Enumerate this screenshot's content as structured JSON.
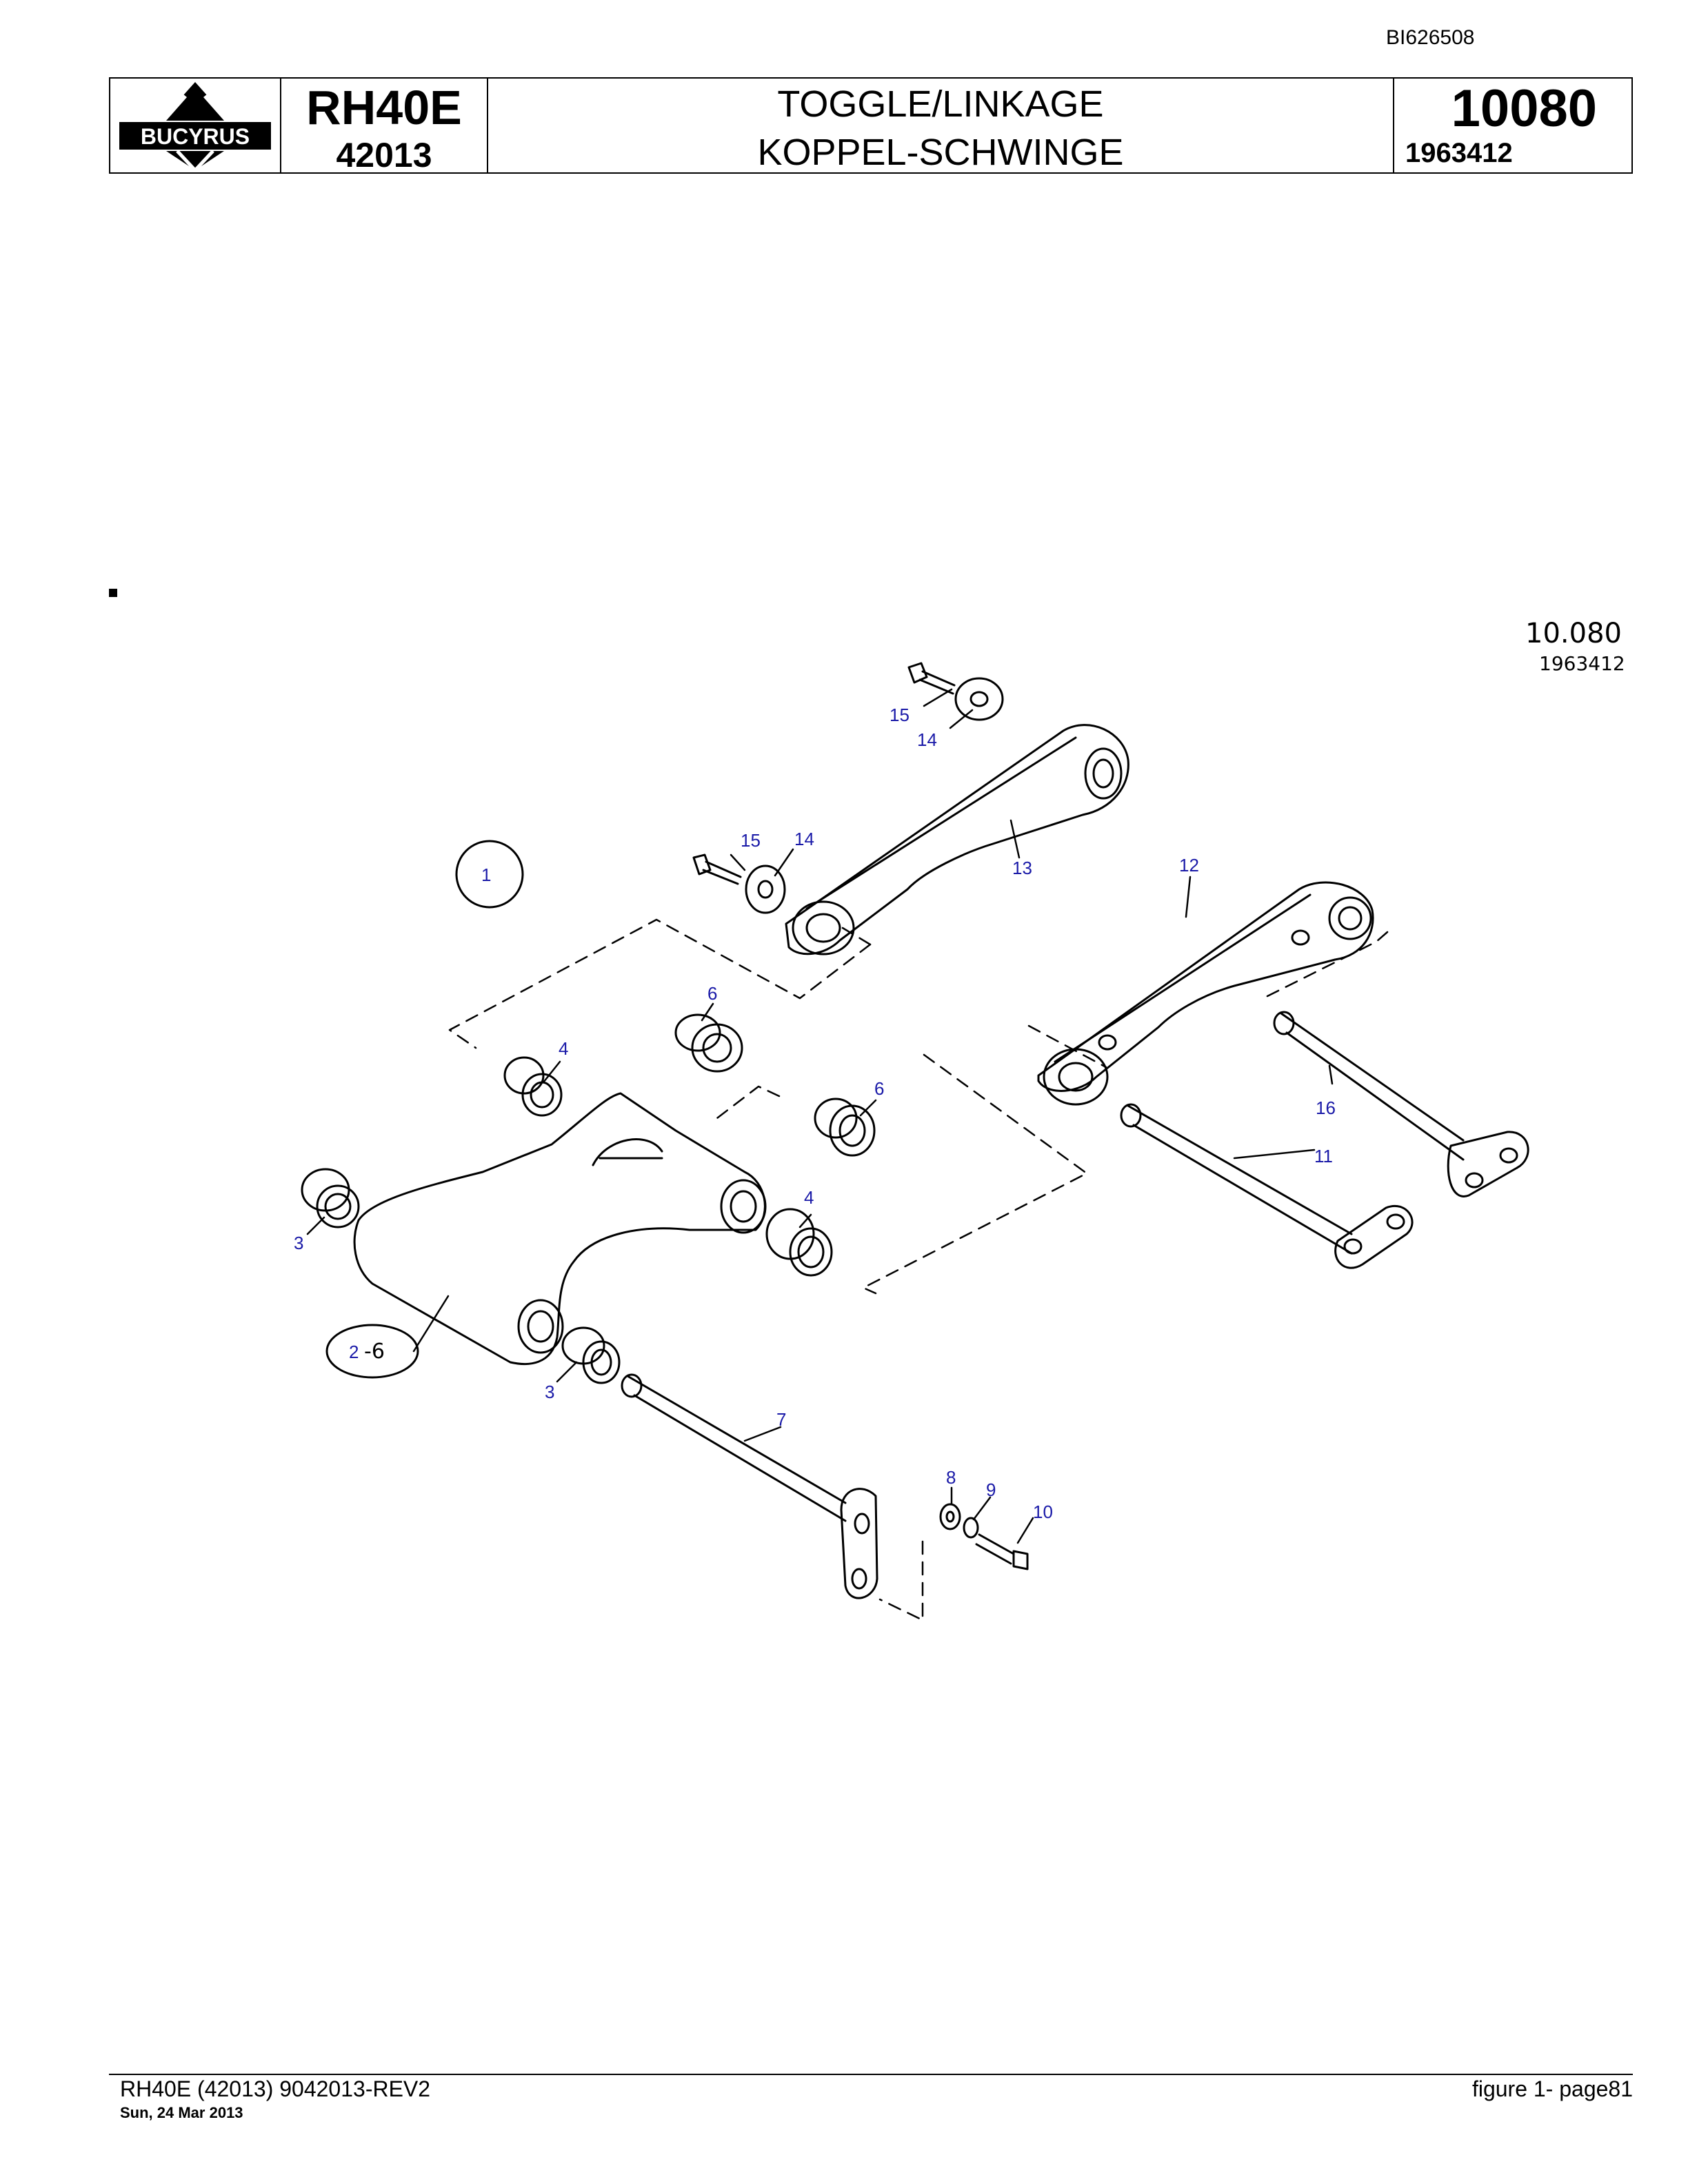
{
  "document": {
    "doc_id": "BI626508",
    "brand_logo": "BUCYRUS",
    "model": "RH40E",
    "model_code": "42013",
    "title_en": "TOGGLE/LINKAGE",
    "title_de": "KOPPEL-SCHWINGE",
    "section_number": "10080",
    "part_number": "1963412"
  },
  "drawing": {
    "ref_section": "10.080",
    "ref_part": "1963412",
    "callouts": {
      "c1": "1",
      "c2": "2",
      "c2_range": "-6",
      "c3a": "3",
      "c3b": "3",
      "c4a": "4",
      "c4b": "4",
      "c6a": "6",
      "c6b": "6",
      "c7": "7",
      "c8": "8",
      "c9": "9",
      "c10": "10",
      "c11": "11",
      "c12": "12",
      "c13": "13",
      "c14a": "14",
      "c14b": "14",
      "c15a": "15",
      "c15b": "15",
      "c16": "16"
    },
    "callout_color": "#1a1aa8",
    "line_color": "#000000"
  },
  "footer": {
    "left": "RH40E (42013) 9042013-REV2",
    "date": "Sun, 24 Mar 2013",
    "right": "figure  1- page81"
  }
}
